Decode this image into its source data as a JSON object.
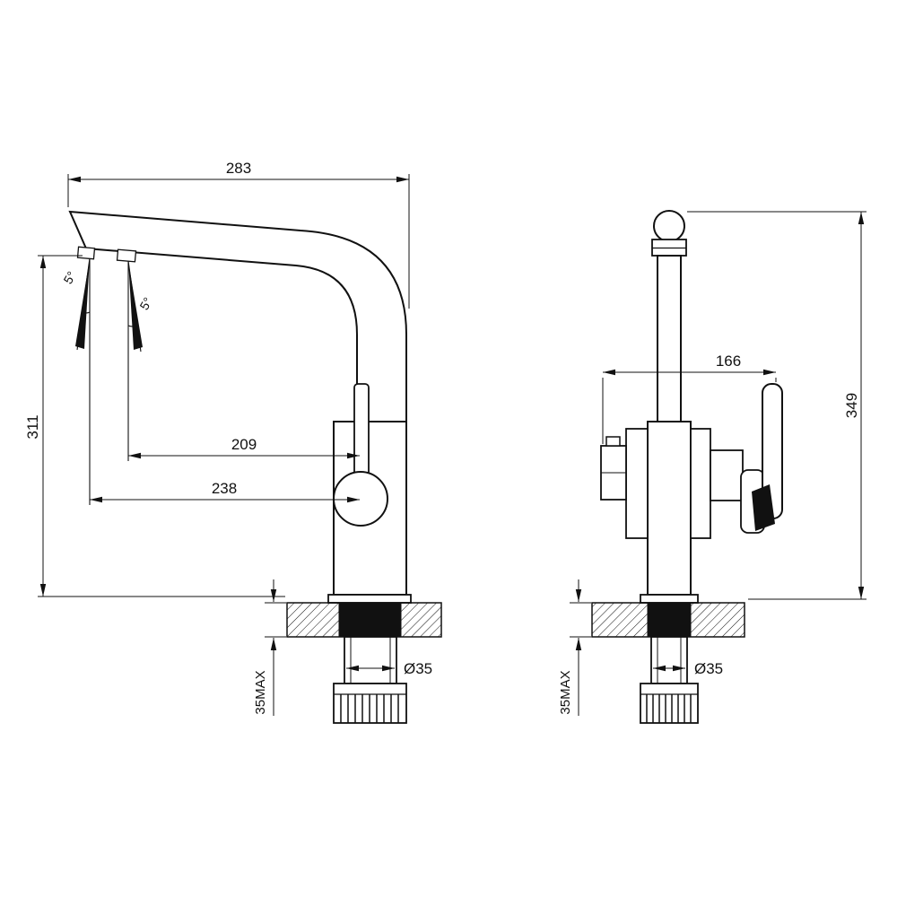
{
  "drawing": {
    "type": "faucet technical dimension drawing, two orthographic views",
    "left_view": {
      "dim_283": "283",
      "dim_311": "311",
      "dim_209": "209",
      "dim_238": "238",
      "angle_1": "5°",
      "angle_2": "5°",
      "deck_max": "35MAX",
      "hole_diameter": "Ø35"
    },
    "right_view": {
      "dim_166": "166",
      "dim_349": "349",
      "deck_max": "35MAX",
      "hole_diameter": "Ø35"
    },
    "colors": {
      "line": "#111111",
      "background": "#ffffff"
    }
  }
}
